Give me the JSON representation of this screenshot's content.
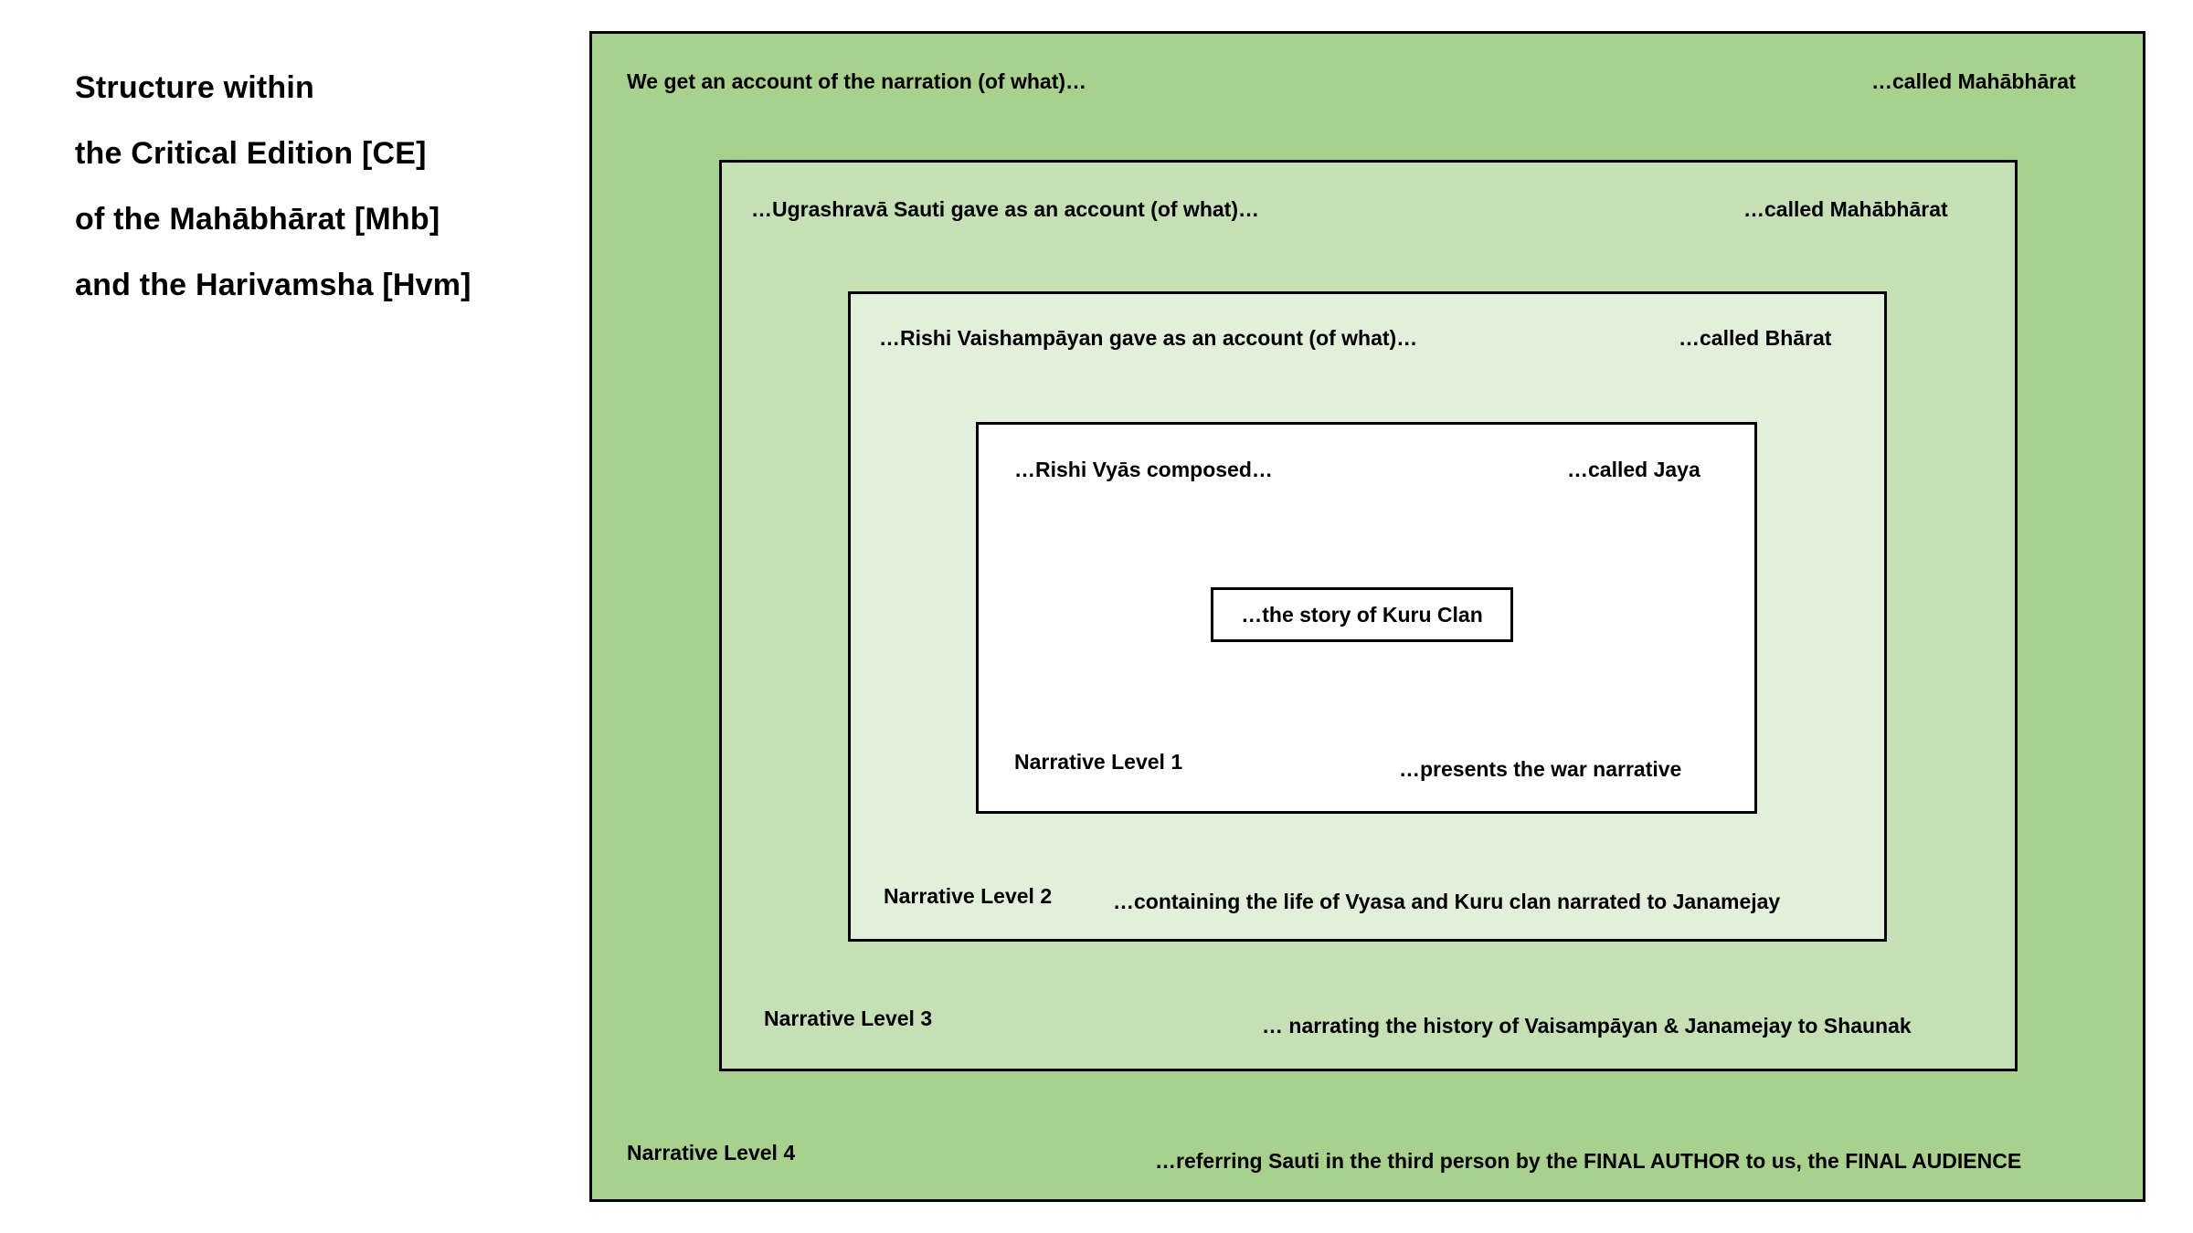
{
  "title": {
    "lines": [
      "Structure within",
      "the Critical Edition [CE]",
      "of the Mahābhārat [Mhb]",
      "and the Harivamsha [Hvm]"
    ]
  },
  "colors": {
    "level4_fill": "#a9d18e",
    "level3_fill": "#c5e0b4",
    "level2_fill": "#e2efda",
    "level1_fill": "#ffffff",
    "core_fill": "#ffffff",
    "border": "#000000",
    "text": "#000000",
    "page_background": "#ffffff"
  },
  "levels": [
    {
      "id": "level-4",
      "level_label": "Narrative Level 4",
      "header_left": "We get an account of the narration (of what)…",
      "header_right": "…called Mahābhārat",
      "description": "…referring Sauti in the third person by the FINAL AUTHOR to us, the FINAL AUDIENCE"
    },
    {
      "id": "level-3",
      "level_label": "Narrative Level 3",
      "header_left": "…Ugrashravā Sauti gave as an account (of what)…",
      "header_right": "…called Mahābhārat",
      "description": "… narrating the history of Vaisampāyan & Janamejay to Shaunak"
    },
    {
      "id": "level-2",
      "level_label": "Narrative Level 2",
      "header_left": "…Rishi Vaishampāyan gave as an account (of what)…",
      "header_right": "…called Bhārat",
      "description": "…containing the life of Vyasa and Kuru clan narrated to Janamejay"
    },
    {
      "id": "level-1",
      "level_label": "Narrative Level 1",
      "header_left": "…Rishi Vyās composed…",
      "header_right": "…called Jaya",
      "description": "…presents the war narrative"
    }
  ],
  "core": {
    "label": "…the story of Kuru Clan"
  }
}
